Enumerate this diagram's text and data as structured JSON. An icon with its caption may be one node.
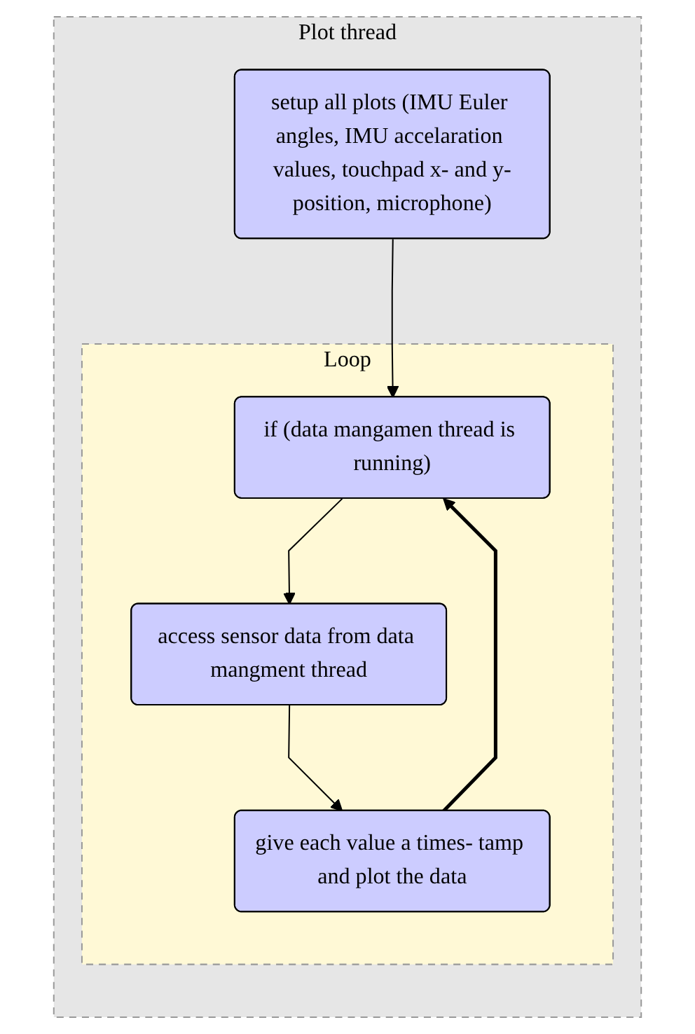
{
  "diagram": {
    "nodes": [
      {
        "text": [
          "Plot thread"
        ]
      },
      {
        "text": [
          "setup all plots (IMU Euler angles, IMU accelaration values, touchpad x- and y-position, microphone)"
        ],
        "in": 0
      },
      {
        "text": [
          "Loop"
        ],
        "in": 0
      },
      {
        "text": [
          "if (data mangamen thread is running)"
        ],
        "in": 2
      },
      {
        "text": [
          "access sensor data from data mangment thread"
        ],
        "in": 2
      },
      {
        "text": [
          "give each value a times- tamp and plot the data"
        ],
        "in": 2
      }
    ],
    "edges": [
      {
        "from": 1,
        "to": 3,
        "arrow": "to"
      },
      {
        "from": 3,
        "to": 4,
        "arrow": "to"
      },
      {
        "from": 4,
        "to": 5,
        "arrow": "to"
      },
      {
        "from": 5,
        "to": 3,
        "arrow": "to",
        "style": "thick"
      }
    ]
  }
}
